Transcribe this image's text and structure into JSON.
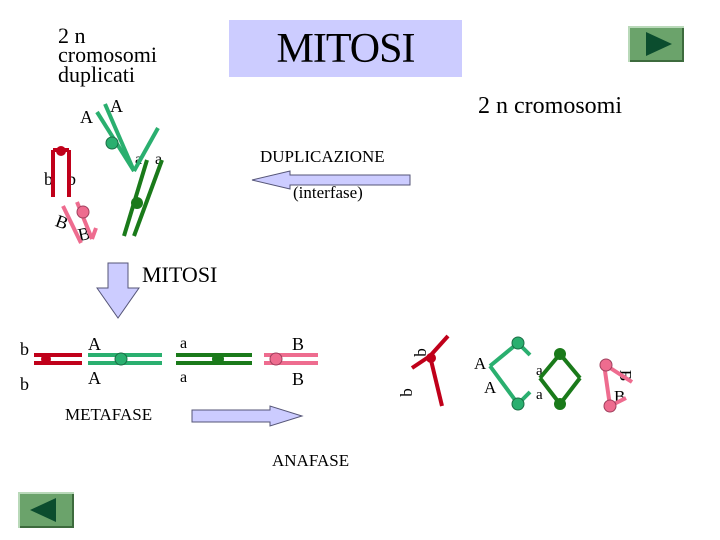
{
  "title": "MITOSI",
  "header": {
    "line1": "2 n",
    "line2": "cromosomi",
    "line3": "duplicati"
  },
  "top_right_label": "2 n cromosomi",
  "duplication": {
    "label": "DUPLICAZIONE",
    "sublabel": "(interfase)"
  },
  "mitosis_label": "MITOSI",
  "metaphase_label": "METAFASE",
  "anaphase_label": "ANAFASE",
  "gene_labels": {
    "top_A1": "A",
    "top_A2": "A",
    "top_a1": "a",
    "top_a2": "a",
    "top_b1": "b",
    "top_b2": "b",
    "top_B1": "B",
    "top_B2": "B",
    "meta_b1": "b",
    "meta_b2": "b",
    "meta_A1": "A",
    "meta_A2": "A",
    "meta_a1": "a",
    "meta_a2": "a",
    "meta_B1": "B",
    "meta_B2": "B",
    "ana_b1": "b",
    "ana_b2": "b",
    "ana_A1": "A",
    "ana_A2": "A",
    "ana_a1": "a",
    "ana_a2": "a",
    "ana_B1": "B",
    "ana_B2": "B"
  },
  "colors": {
    "title_bg": "#ccccff",
    "arrow_fill": "#ccccff",
    "red_chromosome": "#c0001a",
    "pink_chromosome": "#ee6c8f",
    "light_green_chromosome": "#2aaf6f",
    "dark_green_chromosome": "#1a7a1a",
    "button_green": "#6ba36b",
    "button_triangle": "#0b4d2e"
  },
  "icons": {
    "next": "play-right-icon",
    "prev": "play-left-icon"
  }
}
